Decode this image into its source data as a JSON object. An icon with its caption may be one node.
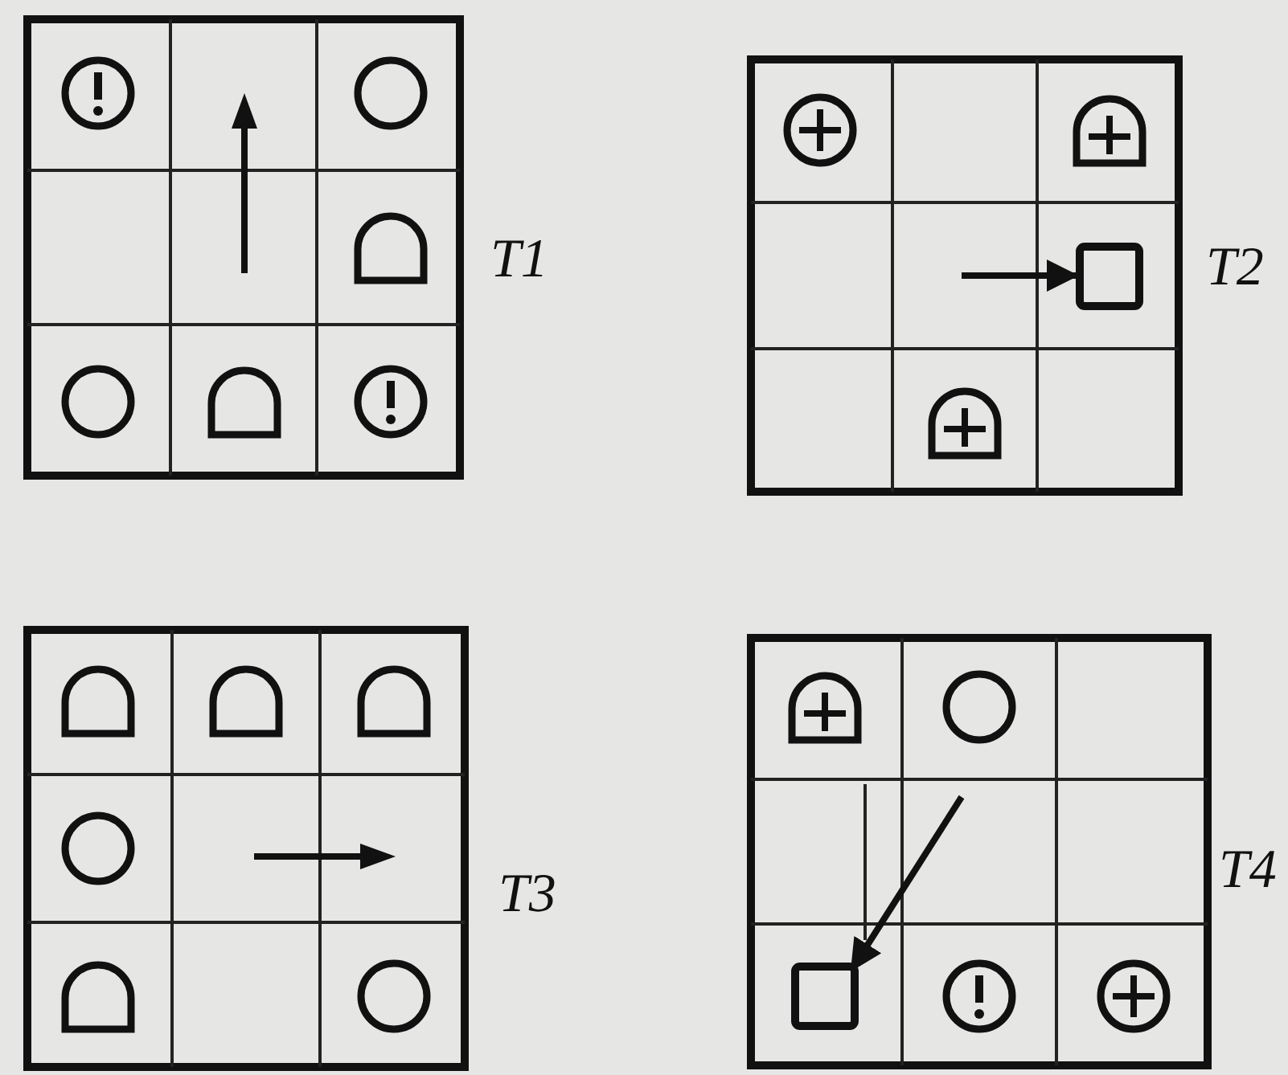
{
  "diagram": {
    "nodes": [
      {
        "text": [],
        "shape": "box"
      },
      {
        "text": [],
        "shape": "box"
      }
    ],
    "edges": [
      {
        "from": null,
        "to": 0,
        "arrow": "to"
      },
      {
        "from": null,
        "to": 1,
        "arrow": "to"
      }
    ],
    "labels": [
      "T1",
      "T2",
      "T3",
      "T4"
    ]
  }
}
